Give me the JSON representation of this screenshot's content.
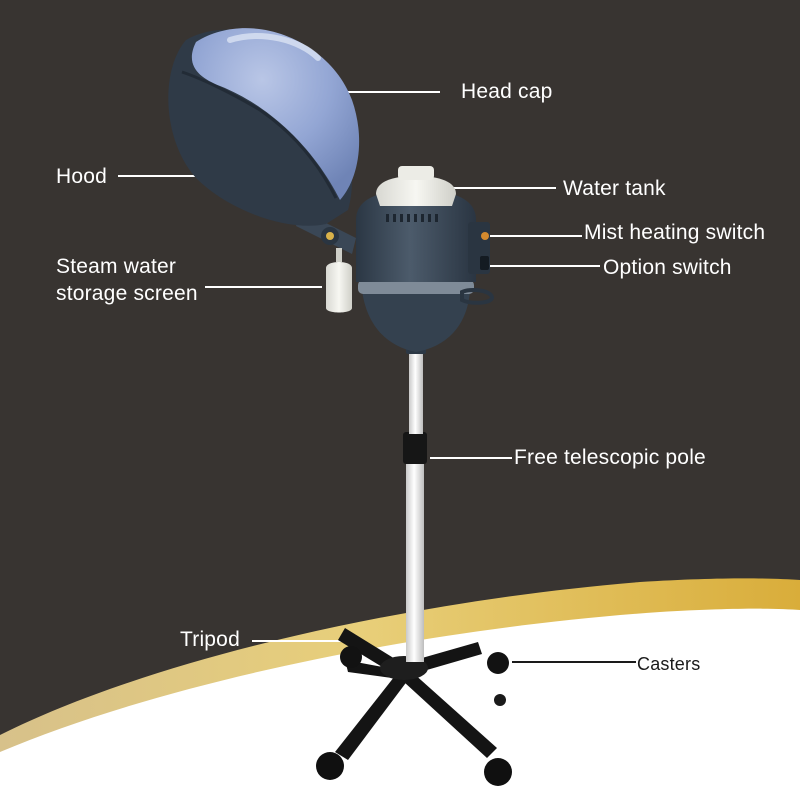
{
  "labels": {
    "head_cap": "Head cap",
    "hood": "Hood",
    "water_tank": "Water tank",
    "mist_heating_switch": "Mist heating switch",
    "option_switch": "Option switch",
    "steam_water_storage_screen": "Steam water\nstorage screen",
    "free_telescopic_pole": "Free telescopic pole",
    "tripod": "Tripod",
    "casters": "Casters"
  },
  "colors": {
    "background": "#383431",
    "gold_swoosh": "#e3c35e",
    "white_band": "#ffffff",
    "cap_blue": "#93a6d4",
    "body_navy": "#33414f",
    "leader_line": "#ffffff",
    "label_text": "#ffffff",
    "casters_text": "#1a1a1a"
  }
}
